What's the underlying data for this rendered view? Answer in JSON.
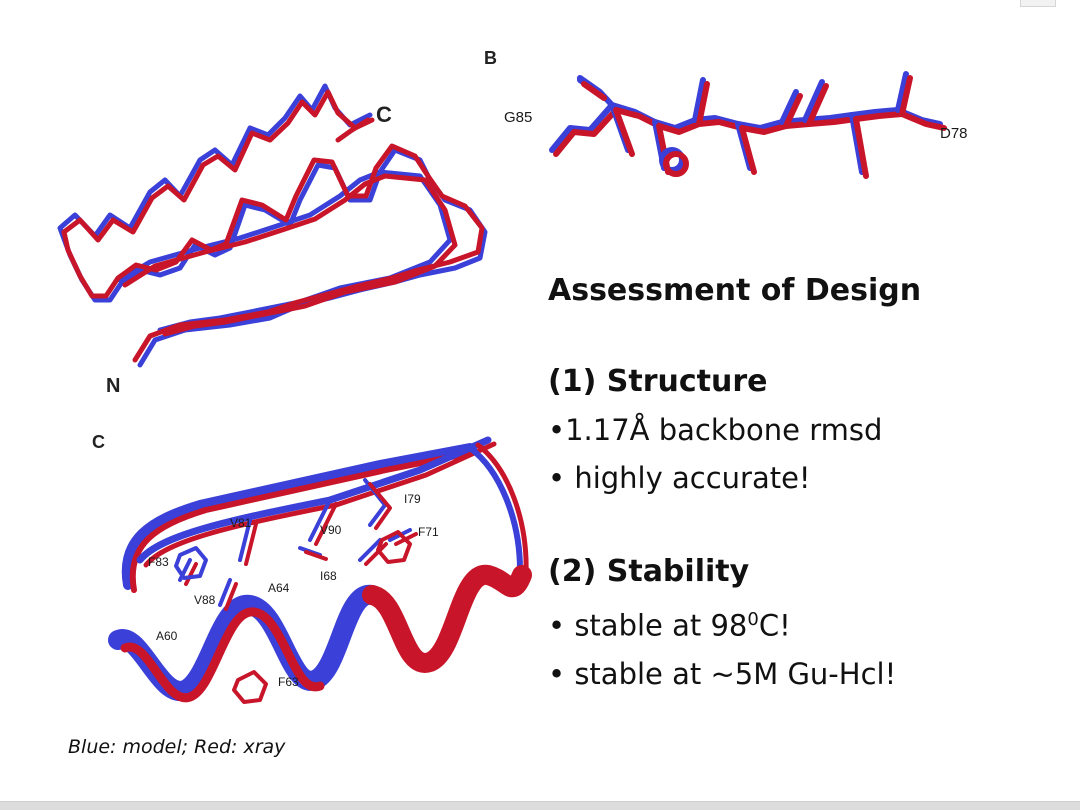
{
  "figure": {
    "panel_b_label": "B",
    "panel_c_label": "C",
    "panel_a_labels": {
      "n_terminus": "N",
      "c_terminus": "C"
    },
    "panel_b_labels": {
      "left": "G85",
      "right": "D78"
    },
    "panel_c_residues": [
      "I79",
      "V81",
      "V90",
      "F71",
      "F83",
      "I68",
      "V88",
      "A64",
      "A60",
      "F63"
    ],
    "colors": {
      "model": "#3a40d8",
      "xray": "#c8152a"
    }
  },
  "text": {
    "title": "Assessment of Design",
    "section1": {
      "heading": "(1) Structure",
      "bullets": [
        "•1.17Å backbone rmsd",
        "• highly accurate!"
      ]
    },
    "section2": {
      "heading": "(2) Stability",
      "bullet1_pre": "• stable at 98",
      "bullet1_sup": "0",
      "bullet1_post": "C!",
      "bullet2": "• stable at ~5M Gu-Hcl!"
    }
  },
  "caption": "Blue: model; Red: xray"
}
